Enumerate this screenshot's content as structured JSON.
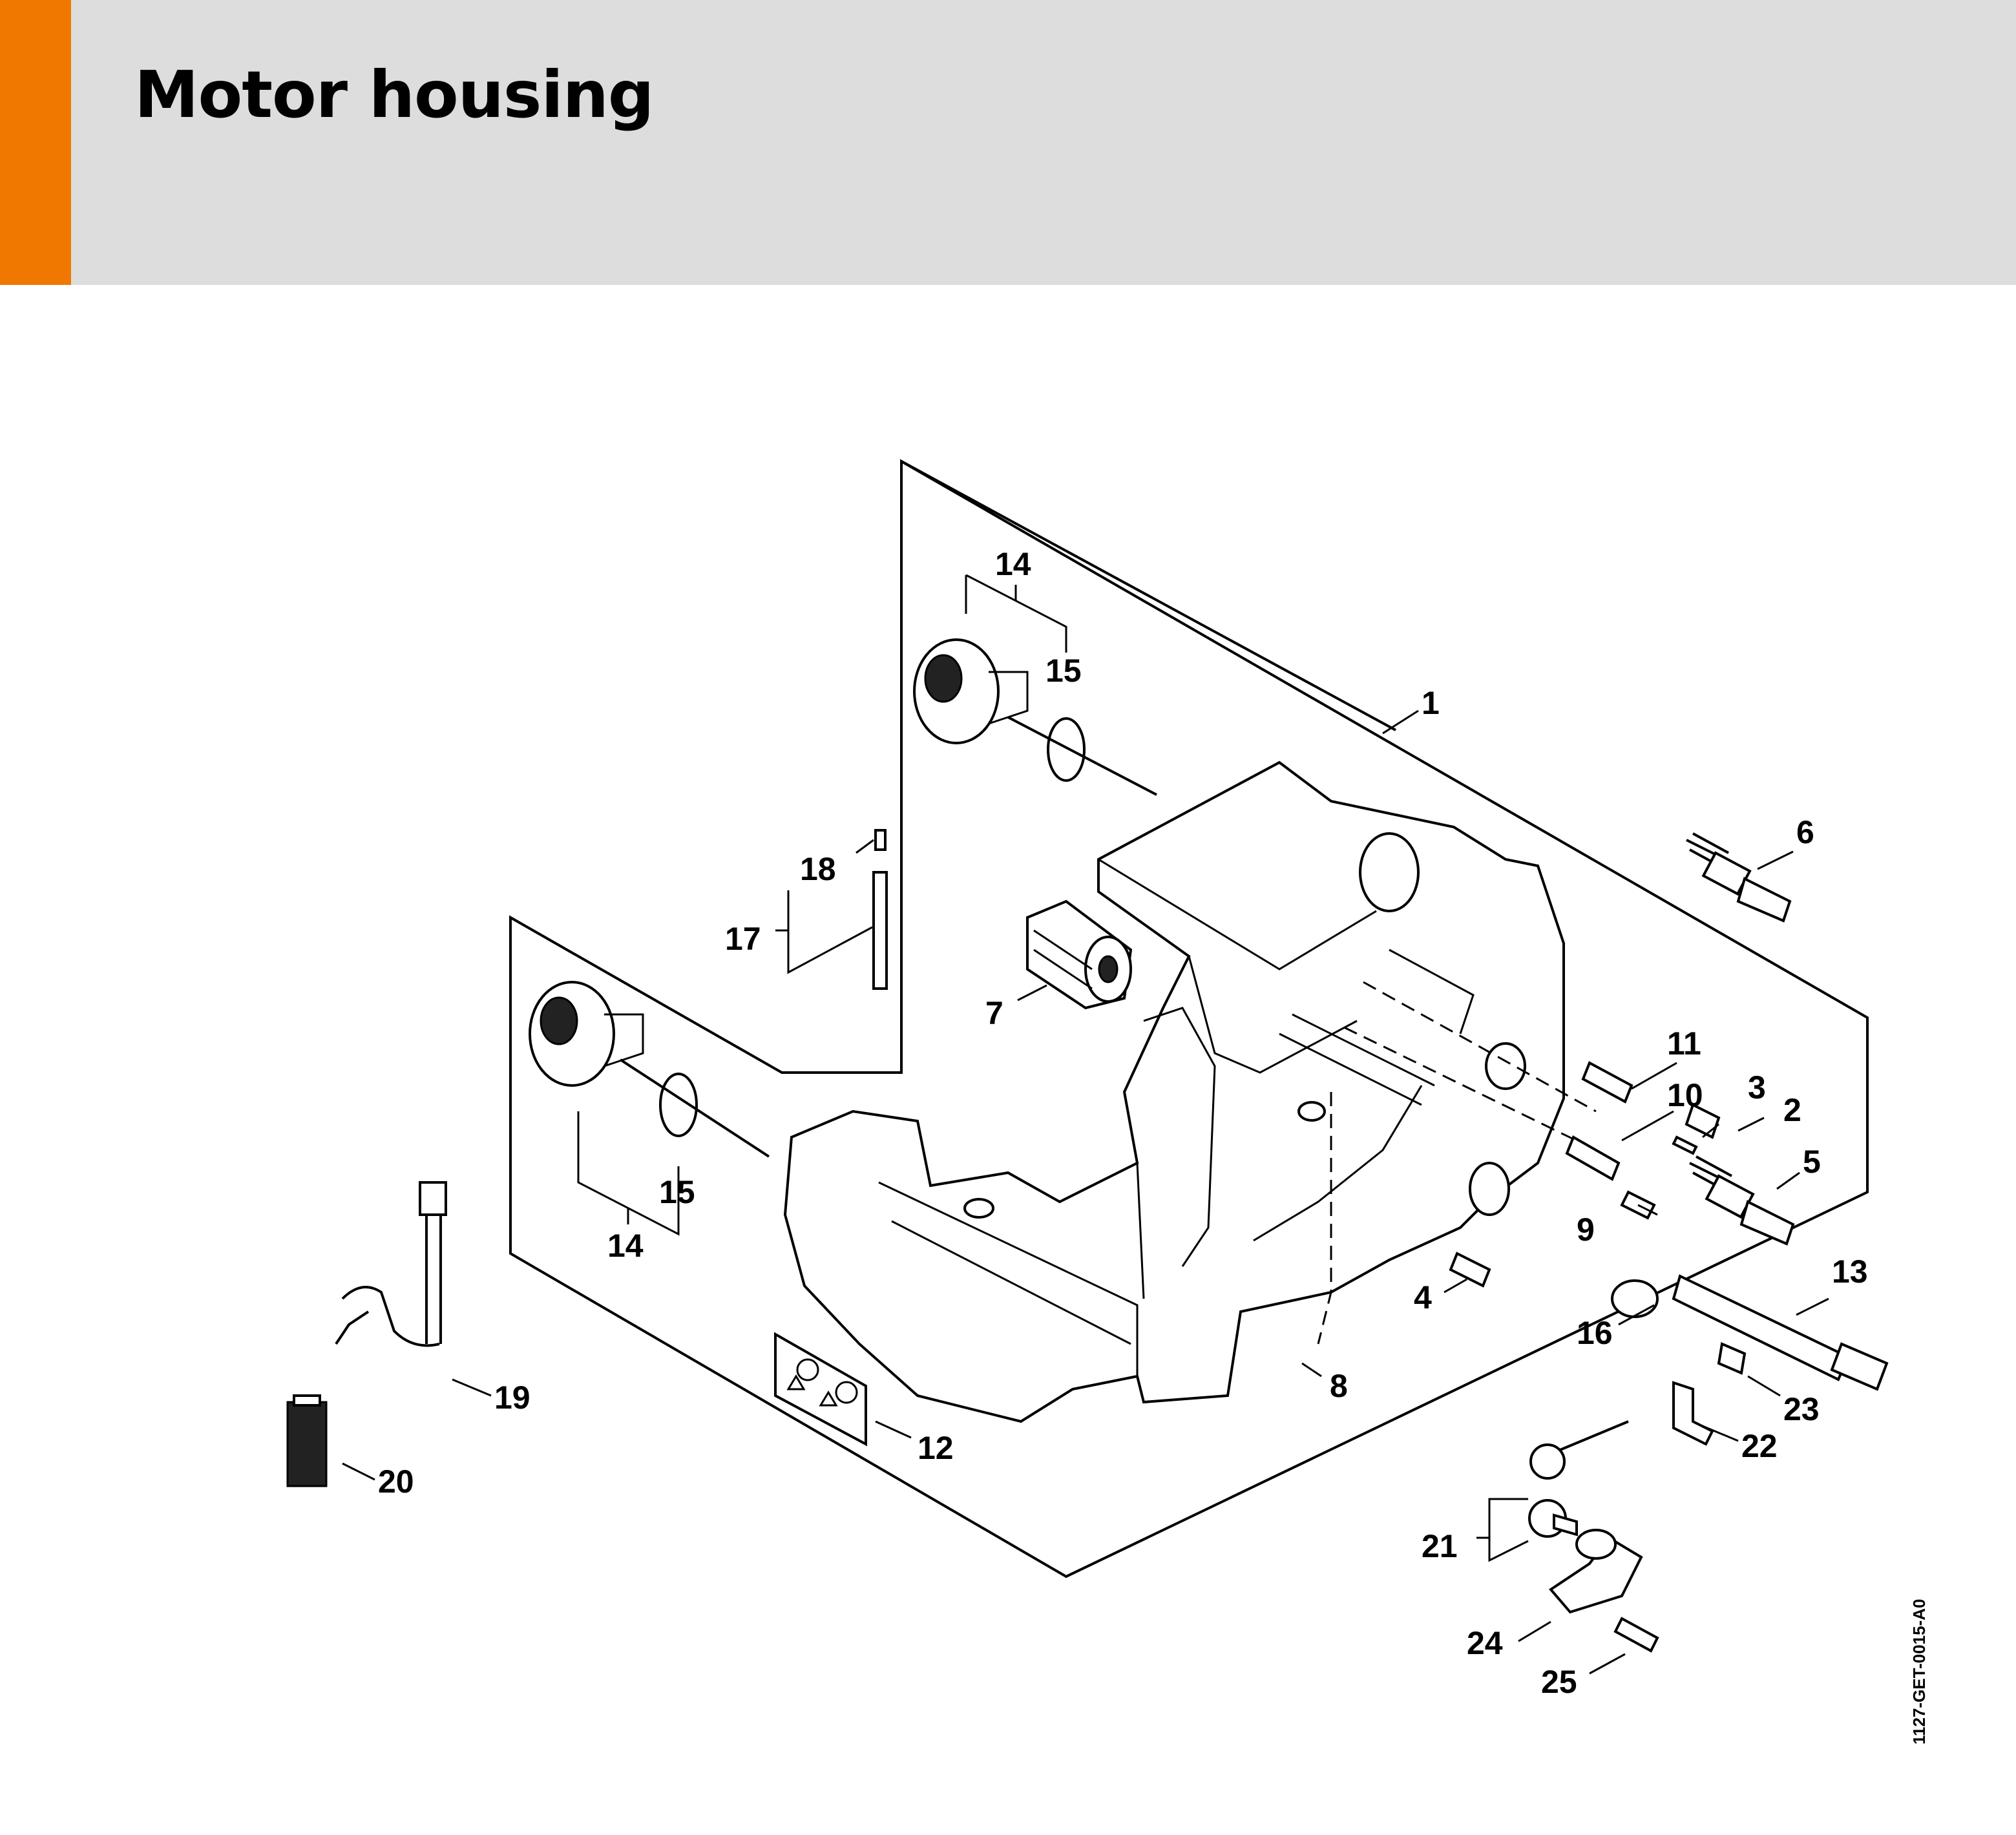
{
  "header": {
    "title": "Motor housing",
    "accent_color": "#f07800",
    "background_color": "#dcdddc"
  },
  "callouts": {
    "c1": "1",
    "c2": "2",
    "c3": "3",
    "c4": "4",
    "c5": "5",
    "c6": "6",
    "c7": "7",
    "c8": "8",
    "c9": "9",
    "c10": "10",
    "c11": "11",
    "c12": "12",
    "c13": "13",
    "c14a": "14",
    "c14b": "14",
    "c15a": "15",
    "c15b": "15",
    "c16": "16",
    "c17": "17",
    "c18": "18",
    "c19": "19",
    "c20": "20",
    "c21": "21",
    "c22": "22",
    "c23": "23",
    "c24": "24",
    "c25": "25"
  },
  "doc_code": "1127-GET-0015-A0"
}
